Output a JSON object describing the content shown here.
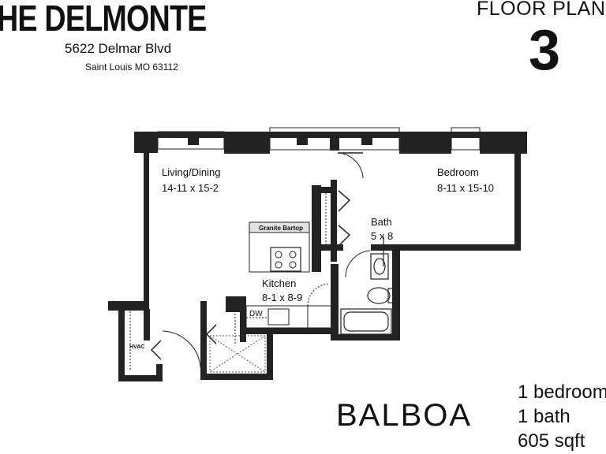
{
  "header": {
    "building_name": "HE DELMONTE",
    "street": "5622 Delmar Blvd",
    "city": "Saint Louis MO 63112",
    "floor_plan_label": "FLOOR PLAN",
    "floor_plan_number": "3"
  },
  "plan": {
    "rooms": {
      "living_name": "Living/Dining",
      "living_size": "14-11 x 15-2",
      "bedroom_name": "Bedroom",
      "bedroom_size": "8-11 x 15-10",
      "bath_name": "Bath",
      "bath_size": "5 x 8",
      "kitchen_name": "Kitchen",
      "kitchen_size": "8-1 x 8-9"
    },
    "labels": {
      "bartop": "Granite Bartop",
      "dishwasher": "DW",
      "hvac": "HVAC"
    }
  },
  "unit": {
    "name": "BALBOA",
    "bedrooms": "1 bedroom",
    "baths": "1 bath",
    "sqft": "605 sqft"
  },
  "colors": {
    "wall": "#222222",
    "bartop_fill": "#e3e3e3"
  }
}
